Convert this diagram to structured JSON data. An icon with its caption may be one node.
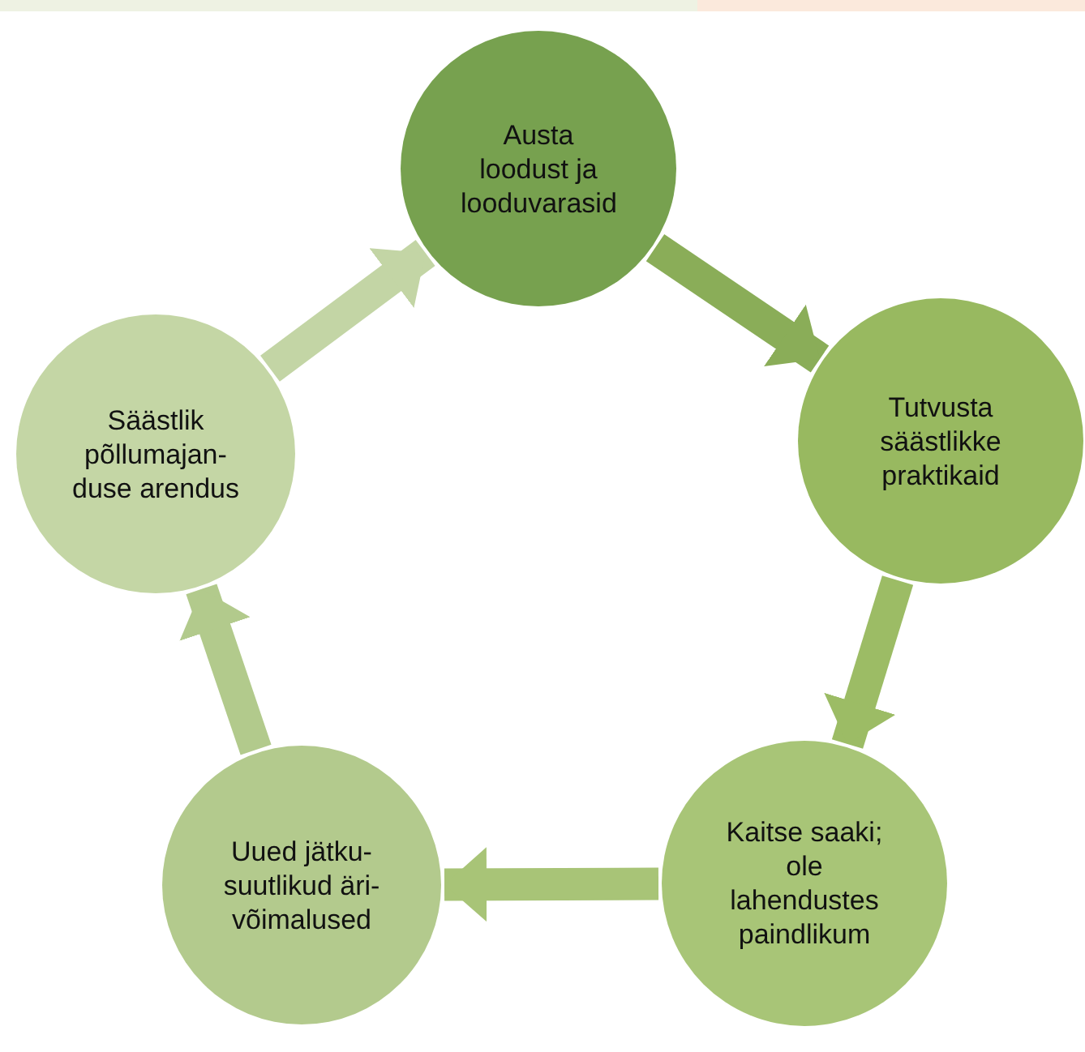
{
  "diagram": {
    "nodes": [
      {
        "text": [
          "Austa loodust ja looduvarasid"
        ]
      },
      {
        "text": [
          "Tutvusta säästlikke praktikaid"
        ]
      },
      {
        "text": [
          "Kaitse saaki; ole lahendustes paindlikum"
        ]
      },
      {
        "text": [
          "Uued jätku- suutlikud äri- võimalused"
        ]
      },
      {
        "text": [
          "Säästlik põllumajan- duse arendus"
        ]
      }
    ],
    "edges": [
      {
        "from": 0,
        "to": 1,
        "arrow": "to",
        "color": "#8aad58"
      },
      {
        "from": 1,
        "to": 2,
        "arrow": "to",
        "color": "#9cbc65"
      },
      {
        "from": 2,
        "to": 3,
        "arrow": "to",
        "color": "#a8c477"
      },
      {
        "from": 3,
        "to": 4,
        "arrow": "to",
        "color": "#b2ca8c"
      },
      {
        "from": 4,
        "to": 0,
        "arrow": "to",
        "color": "#c3d5a5"
      }
    ]
  }
}
